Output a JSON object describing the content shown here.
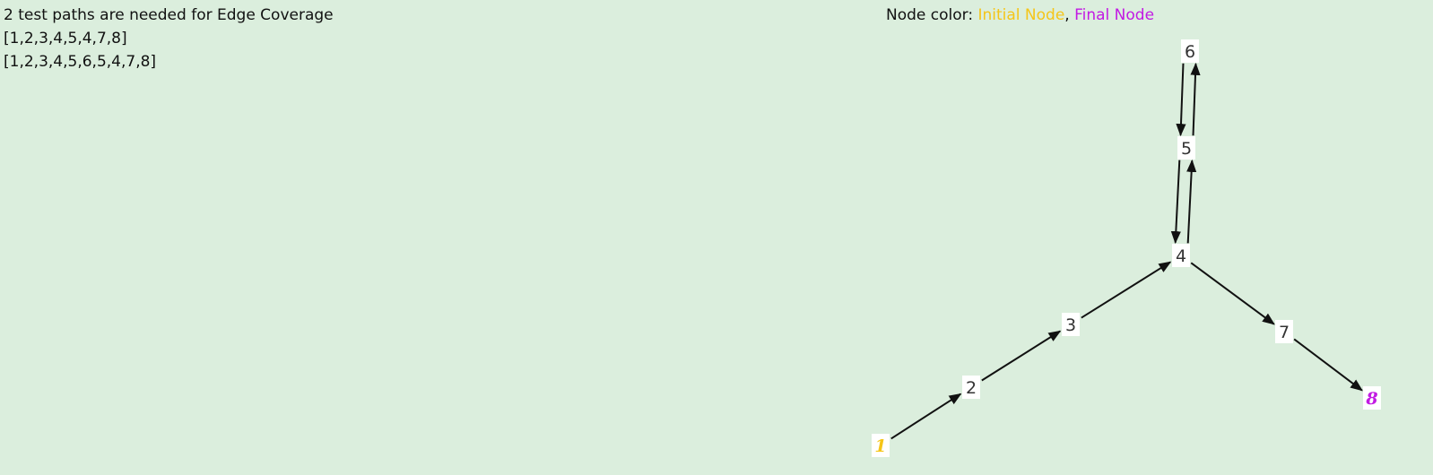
{
  "summary": {
    "heading": "2 test paths are needed for Edge Coverage",
    "paths": [
      "[1,2,3,4,5,4,7,8]",
      "[1,2,3,4,5,6,5,4,7,8]"
    ]
  },
  "legend": {
    "prefix": "Node color: ",
    "initial_label": "Initial Node",
    "separator": ", ",
    "final_label": "Final Node",
    "initial_color": "#f5c518",
    "final_color": "#c21be3"
  },
  "graph": {
    "nodes": [
      {
        "id": "1",
        "kind": "initial"
      },
      {
        "id": "2",
        "kind": "normal"
      },
      {
        "id": "3",
        "kind": "normal"
      },
      {
        "id": "4",
        "kind": "normal"
      },
      {
        "id": "5",
        "kind": "normal"
      },
      {
        "id": "6",
        "kind": "normal"
      },
      {
        "id": "7",
        "kind": "normal"
      },
      {
        "id": "8",
        "kind": "final"
      }
    ],
    "edges": [
      {
        "from": "1",
        "to": "2"
      },
      {
        "from": "2",
        "to": "3"
      },
      {
        "from": "3",
        "to": "4"
      },
      {
        "from": "4",
        "to": "5"
      },
      {
        "from": "5",
        "to": "4"
      },
      {
        "from": "5",
        "to": "6"
      },
      {
        "from": "6",
        "to": "5"
      },
      {
        "from": "4",
        "to": "7"
      },
      {
        "from": "7",
        "to": "8"
      }
    ]
  }
}
